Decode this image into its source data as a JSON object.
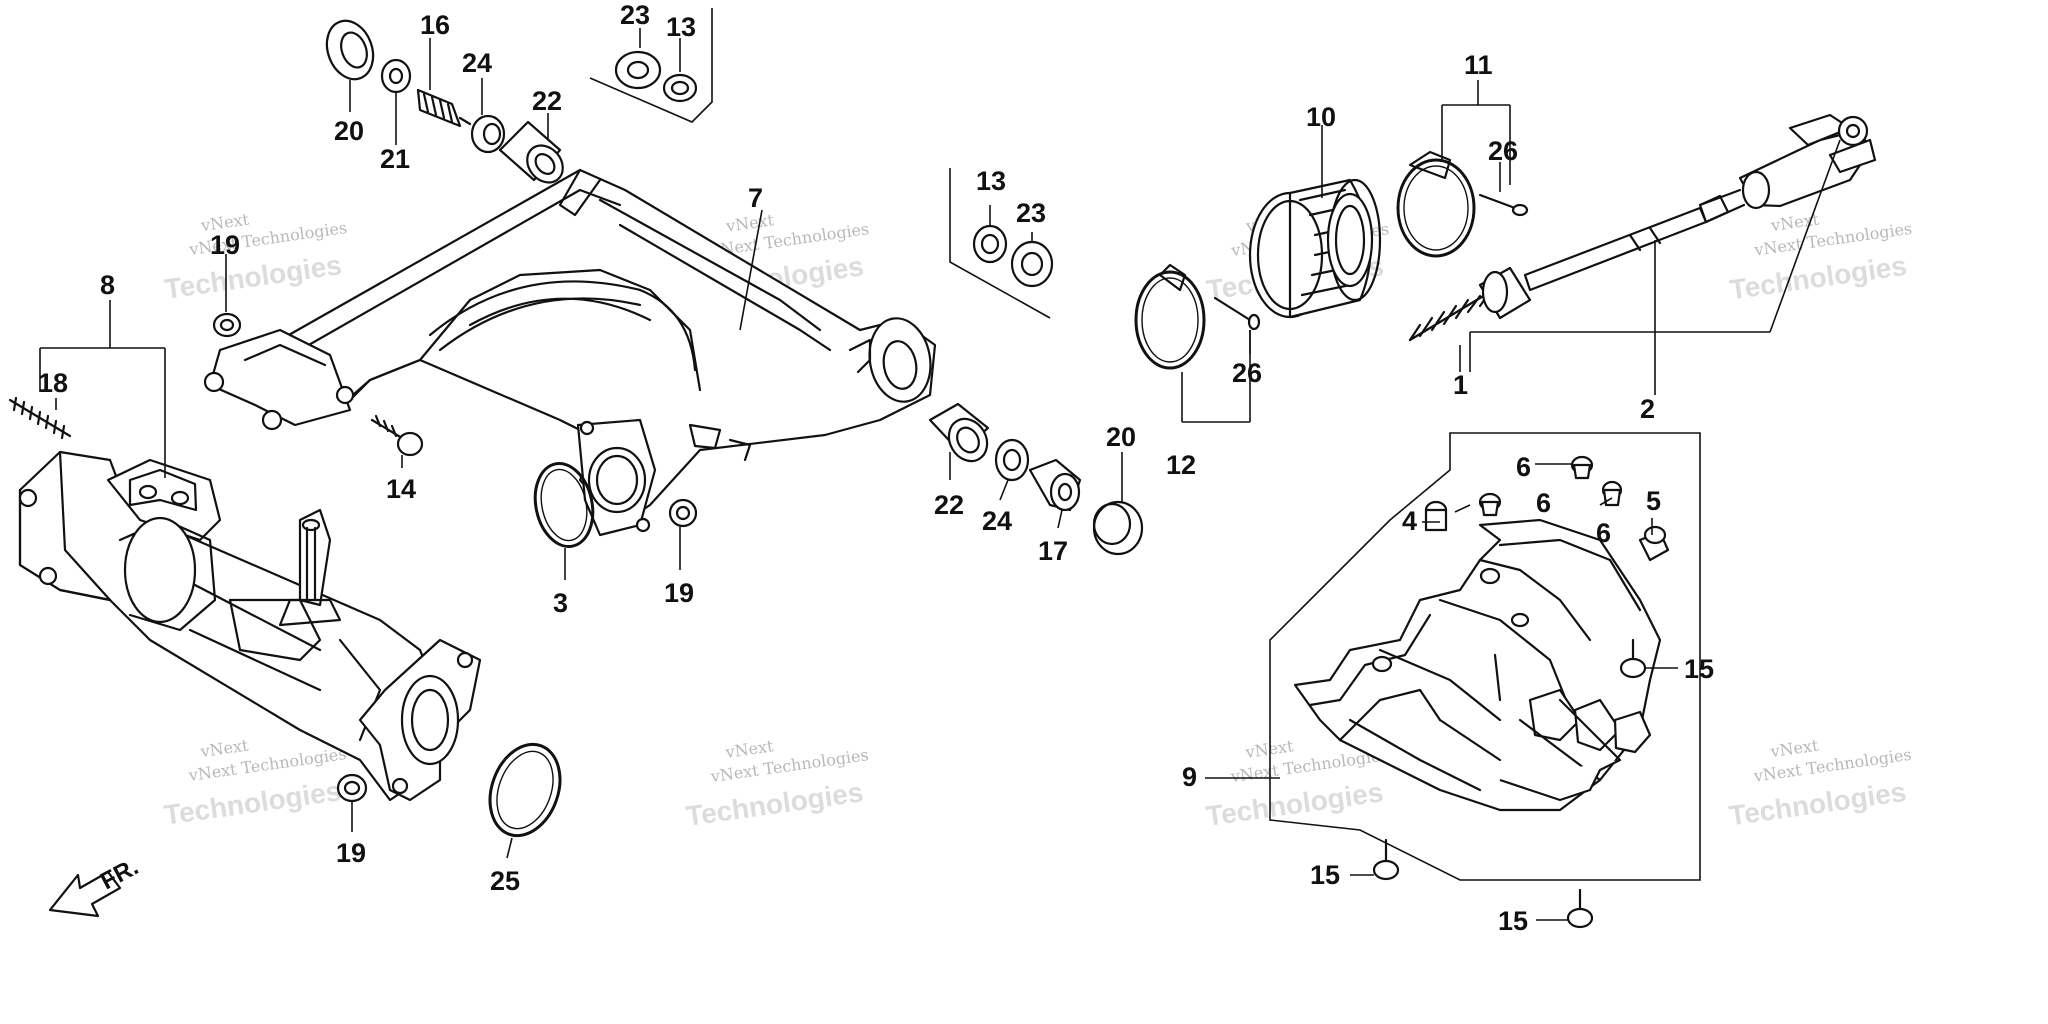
{
  "callouts": [
    "1",
    "2",
    "3",
    "4",
    "5",
    "6",
    "7",
    "8",
    "9",
    "10",
    "11",
    "12",
    "13",
    "14",
    "15",
    "16",
    "17",
    "18",
    "19",
    "20",
    "21",
    "22",
    "23",
    "24",
    "25",
    "26"
  ],
  "watermark": {
    "brand": "vNext",
    "line": "vNext Technologies",
    "big": "Technologies"
  },
  "direction": {
    "label": "FR."
  }
}
